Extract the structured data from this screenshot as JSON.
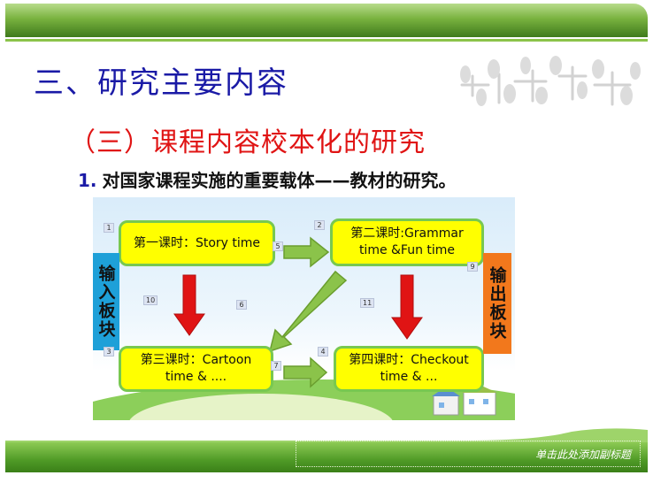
{
  "slide": {
    "title": "三、研究主要内容",
    "section": "（三）课程内容校本化的研究",
    "point": {
      "number": "1.",
      "text": "对国家课程实施的重要载体——教材的研究。"
    },
    "subtitle_placeholder": "单击此处添加副标题"
  },
  "diagram": {
    "input_block": "输入板块",
    "output_block": "输出板块",
    "nodes": {
      "lesson1": "第一课时：Story time",
      "lesson2": "第二课时:Grammar time &Fun time",
      "lesson3": "第三课时：Cartoon time & ....",
      "lesson4": "第四课时：Checkout time & ..."
    },
    "tags": [
      "1",
      "2",
      "3",
      "4",
      "5",
      "6",
      "7",
      "9",
      "10",
      "11"
    ]
  },
  "colors": {
    "title": "#1a1aa6",
    "section": "#e01414",
    "node_fill": "#ffff00",
    "node_border": "#78c850",
    "input_block": "#1ea0d8",
    "output_block": "#f2781c",
    "flow_arrow": "#8bc34a",
    "down_arrow": "#e01414",
    "header_green": "#5e9e2e"
  }
}
